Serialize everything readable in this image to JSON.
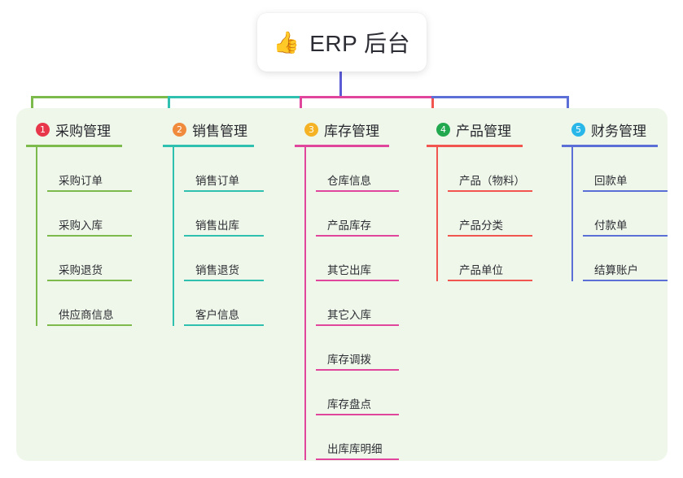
{
  "title_card": {
    "icon": "thumbs-up-icon",
    "emoji": "👍",
    "text": "ERP 后台"
  },
  "theme": {
    "panel_bg": "#eef7e9",
    "page_bg": "#ffffff",
    "trunk_color": "#5b5bd6",
    "text_color": "#2e2e35"
  },
  "columns": [
    {
      "index": "1",
      "title": "采购管理",
      "line_color": "#7cbb4b",
      "badge_color": "#e8374a",
      "items": [
        {
          "label": "采购订单"
        },
        {
          "label": "采购入库"
        },
        {
          "label": "采购退货"
        },
        {
          "label": "供应商信息"
        }
      ]
    },
    {
      "index": "2",
      "title": "销售管理",
      "line_color": "#2fc0b0",
      "badge_color": "#f08a3c",
      "items": [
        {
          "label": "销售订单"
        },
        {
          "label": "销售出库"
        },
        {
          "label": "销售退货"
        },
        {
          "label": "客户信息"
        }
      ]
    },
    {
      "index": "3",
      "title": "库存管理",
      "line_color": "#e0469b",
      "badge_color": "#f5b224",
      "items": [
        {
          "label": "仓库信息"
        },
        {
          "label": "产品库存"
        },
        {
          "label": "其它出库"
        },
        {
          "label": "其它入库"
        },
        {
          "label": "库存调拨"
        },
        {
          "label": "库存盘点"
        },
        {
          "label": "出库库明细"
        }
      ]
    },
    {
      "index": "4",
      "title": "产品管理",
      "line_color": "#f2544f",
      "badge_color": "#22a94f",
      "items": [
        {
          "label": "产品（物料）"
        },
        {
          "label": "产品分类"
        },
        {
          "label": "产品单位"
        }
      ]
    },
    {
      "index": "5",
      "title": "财务管理",
      "line_color": "#5b6fd6",
      "badge_color": "#29b6e8",
      "items": [
        {
          "label": "回款单"
        },
        {
          "label": "付款单"
        },
        {
          "label": "结算账户"
        }
      ]
    }
  ]
}
